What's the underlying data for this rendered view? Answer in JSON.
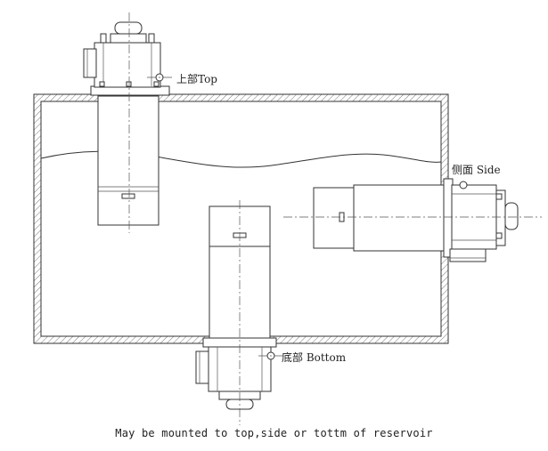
{
  "labels": {
    "top": "上部Top",
    "side": "侧面 Side",
    "bottom": "底部 Bottom"
  },
  "caption": "May be mounted to top,side or tottm of reservoir",
  "colors": {
    "line": "#333333",
    "hatch": "#777777",
    "background": "#ffffff"
  }
}
